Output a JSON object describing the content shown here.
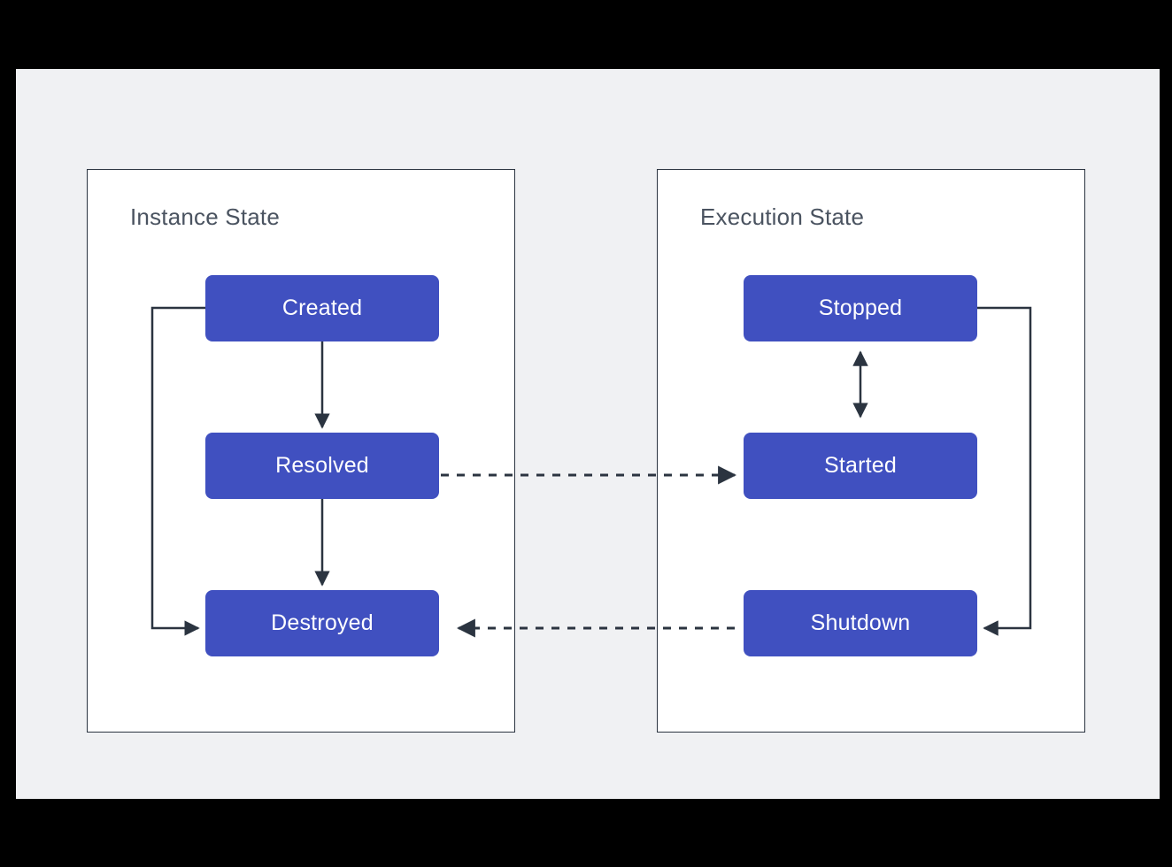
{
  "diagram": {
    "title_hidden": "",
    "background_color": "#f0f1f3",
    "frame_color": "#000000",
    "node_color": "#4050c0",
    "node_text_color": "#ffffff",
    "edge_color": "#2b3440",
    "panel_border_color": "#2b3440",
    "panel_title_color": "#4a5360"
  },
  "panels": [
    {
      "id": "instance",
      "title": "Instance State",
      "nodes": [
        {
          "id": "created",
          "label": "Created"
        },
        {
          "id": "resolved",
          "label": "Resolved"
        },
        {
          "id": "destroyed",
          "label": "Destroyed"
        }
      ]
    },
    {
      "id": "execution",
      "title": "Execution State",
      "nodes": [
        {
          "id": "stopped",
          "label": "Stopped"
        },
        {
          "id": "started",
          "label": "Started"
        },
        {
          "id": "shutdown",
          "label": "Shutdown"
        }
      ]
    }
  ],
  "edges": [
    {
      "id": "created-to-resolved",
      "from": "Created",
      "to": "Resolved",
      "style": "solid",
      "direction": "forward"
    },
    {
      "id": "resolved-to-destroyed",
      "from": "Resolved",
      "to": "Destroyed",
      "style": "solid",
      "direction": "forward"
    },
    {
      "id": "created-to-destroyed",
      "from": "Created",
      "to": "Destroyed",
      "style": "solid",
      "direction": "forward"
    },
    {
      "id": "stopped-to-started",
      "from": "Stopped",
      "to": "Started",
      "style": "solid",
      "direction": "bidirectional"
    },
    {
      "id": "stopped-to-shutdown",
      "from": "Stopped",
      "to": "Shutdown",
      "style": "solid",
      "direction": "forward"
    },
    {
      "id": "resolved-to-started",
      "from": "Resolved",
      "to": "Started",
      "style": "dashed",
      "direction": "forward"
    },
    {
      "id": "shutdown-to-destroyed",
      "from": "Shutdown",
      "to": "Destroyed",
      "style": "dashed",
      "direction": "forward"
    }
  ]
}
